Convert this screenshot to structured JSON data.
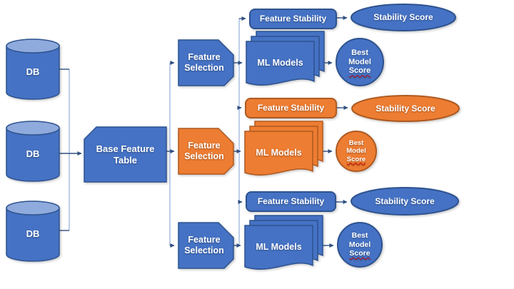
{
  "palette": {
    "blue_fill": "#4472C4",
    "blue_border": "#2F528F",
    "blue_top": "#8FAADC",
    "orange_fill": "#ED7D31",
    "orange_border": "#AE5A21",
    "connector_dark": "#2E4E7E",
    "connector_light": "#A3B9DE",
    "text": "#FFFFFF",
    "background": "#FFFFFF",
    "spellcheck_underline": "#C00000"
  },
  "diagram": {
    "databases": [
      {
        "label": "DB"
      },
      {
        "label": "DB"
      },
      {
        "label": "DB"
      }
    ],
    "base_feature_table": {
      "label": "Base Feature Table"
    },
    "pipelines": [
      {
        "theme": "blue",
        "feature_selection": "Feature Selection",
        "feature_stability": "Feature Stability",
        "ml_models": "ML Models",
        "stability_score": "Stability Score",
        "best_model": {
          "line1": "Best",
          "line2": "Model",
          "line3": "Score"
        }
      },
      {
        "theme": "orange",
        "feature_selection": "Feature Selection",
        "feature_stability": "Feature Stability",
        "ml_models": "ML Models",
        "stability_score": "Stability Score",
        "best_model": {
          "line1": "Best",
          "line2": "Model",
          "line3": "Score"
        }
      },
      {
        "theme": "blue",
        "feature_selection": "Feature Selection",
        "feature_stability": "Feature Stability",
        "ml_models": "ML Models",
        "stability_score": "Stability Score",
        "best_model": {
          "line1": "Best",
          "line2": "Model",
          "line3": "Score"
        }
      }
    ]
  }
}
